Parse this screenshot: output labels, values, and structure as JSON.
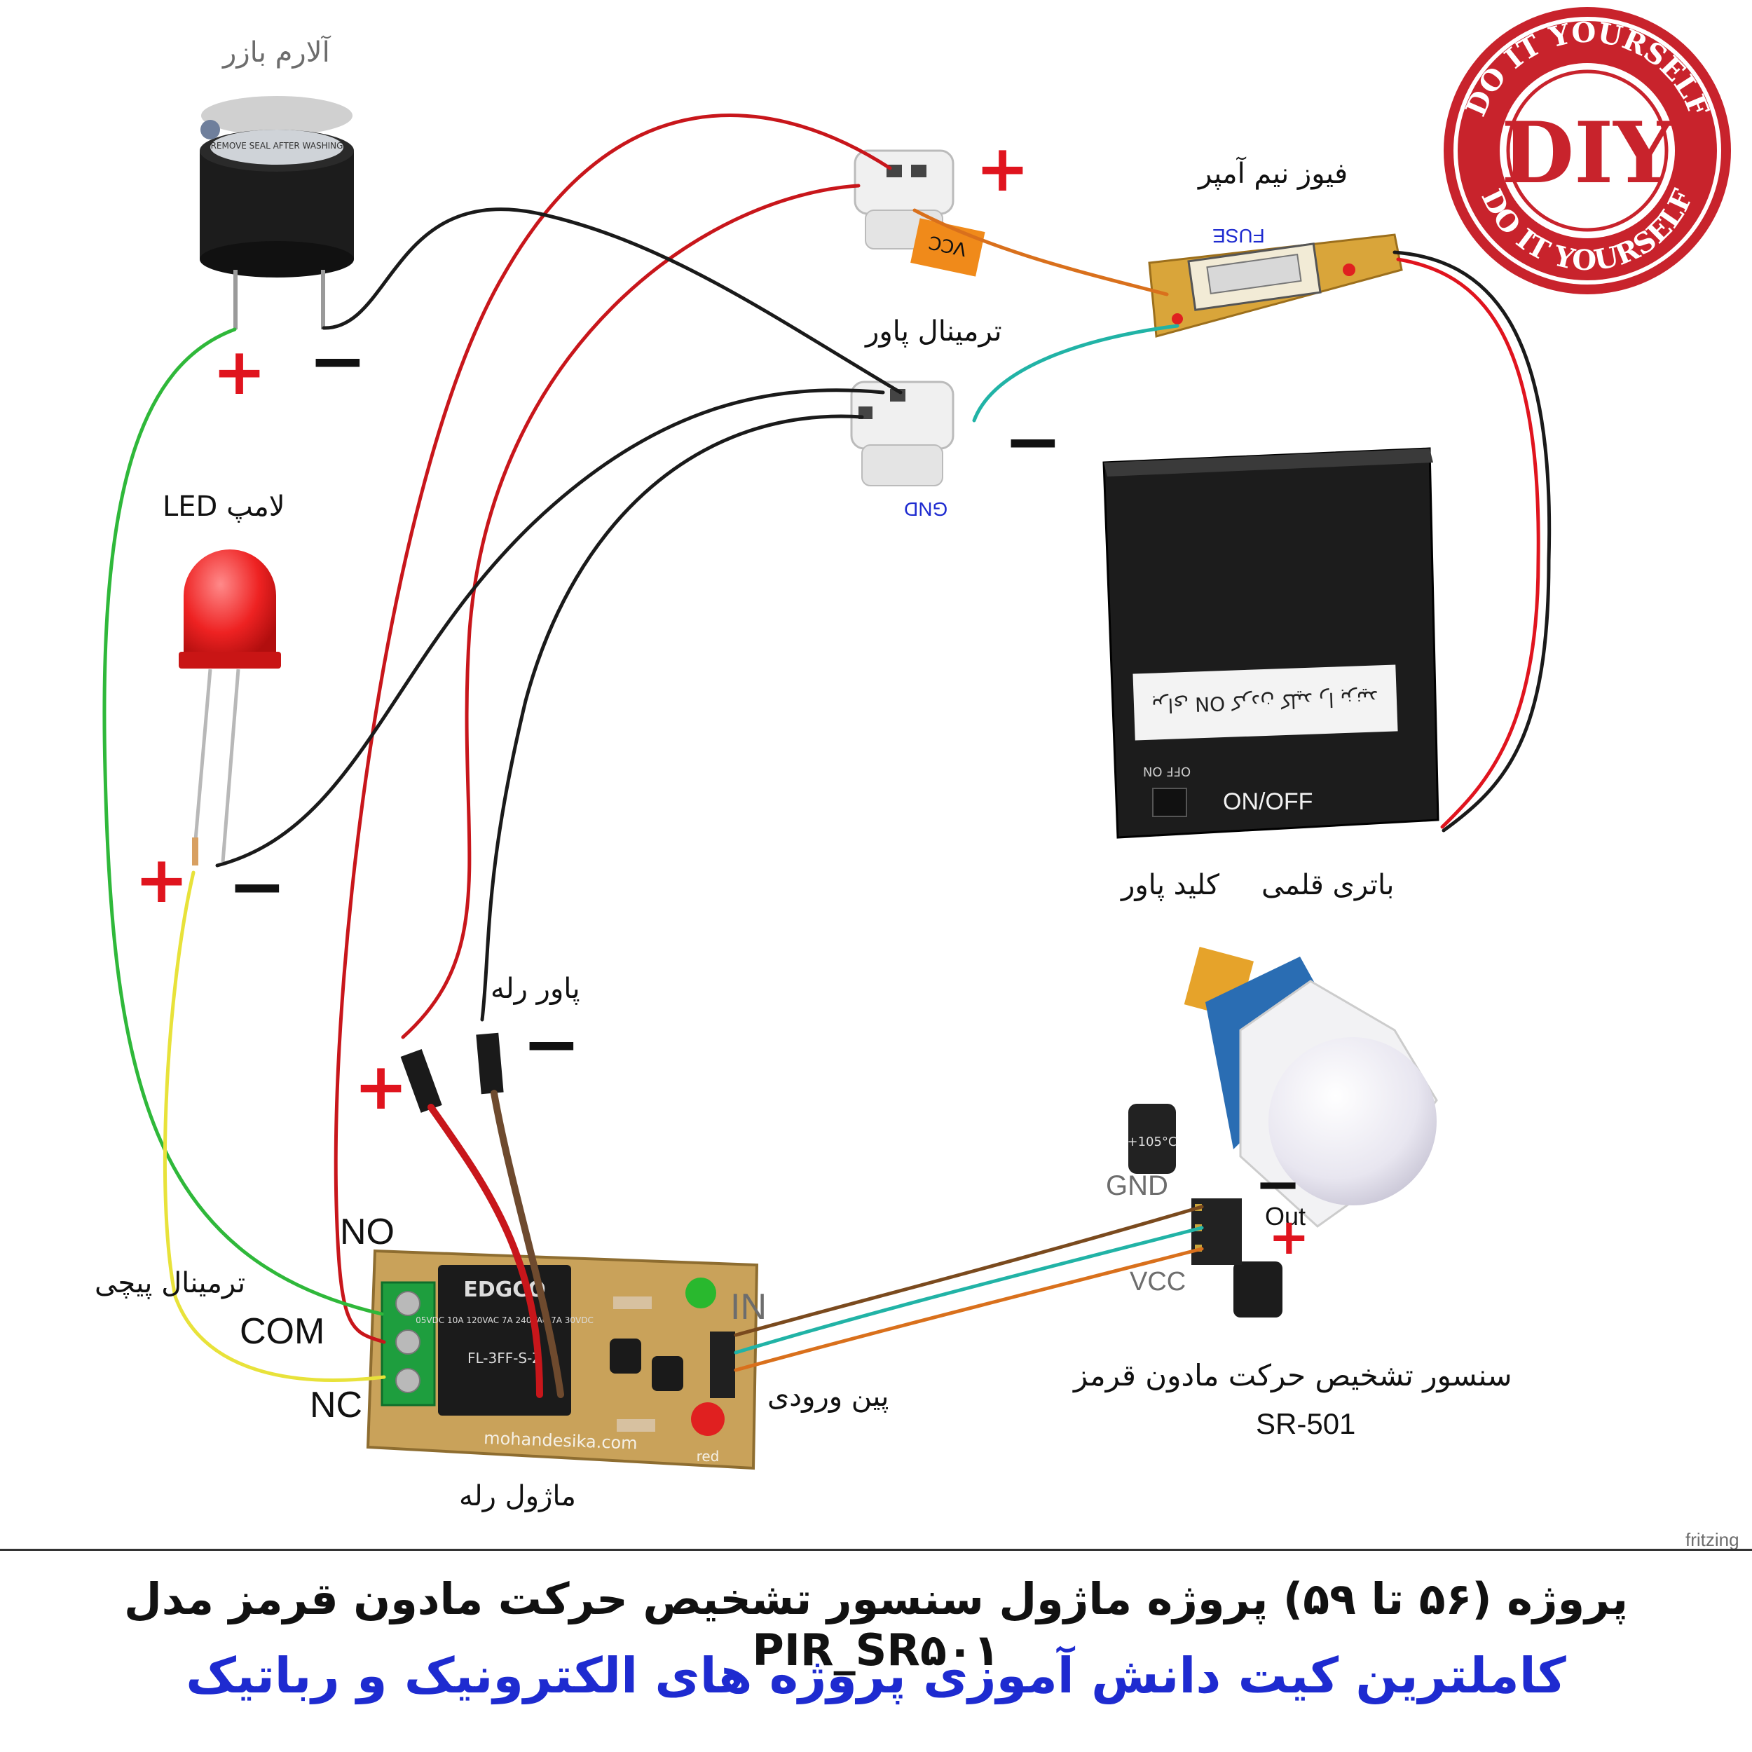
{
  "labels": {
    "buzzer": "آلارم بازر",
    "led_lamp": "لامپ  LED",
    "power_terminal": "ترمینال پاور",
    "fuse": "فیوز نیم آمپر",
    "fuse_tag": "FUSE",
    "gnd_tag": "GND",
    "vcc_tag": "VCC",
    "battery": "باتری قلمی",
    "power_switch": "کلید پاور",
    "switch_tag": "ON/OFF",
    "switch_small": "OFF ON",
    "battery_sticker": "برای ON کردن کلید را بزنید",
    "relay_power": "پاور رله",
    "screw_terminal": "ترمینال پیچی",
    "relay_module": "ماژول رله",
    "input_pin": "پین ورودی",
    "sensor_name": "سنسور تشخیص  حرکت مادون قرمز",
    "sensor_model": "SR-501",
    "no": "NO",
    "com": "COM",
    "nc": "NC",
    "in": "IN",
    "gnd": "GND",
    "out": "Out",
    "vcc": "VCC",
    "fritzing": "fritzing",
    "buzzer_sticker": "REMOVE SEAL AFTER WASHING",
    "relay_brand": "EDGCO",
    "relay_specs": "05VDC 10A 120VAC 7A 240VAC 7A 30VDC",
    "relay_part": "FL-3FF-S-Z",
    "board_site": "mohandesika.com",
    "led_red": "red",
    "capacitor": "+105°C",
    "diy_center": "DIY",
    "diy_ring_top": "DO IT YOURSELF",
    "diy_ring_bottom": "DO IT YOURSELF"
  },
  "signs": {
    "plus": "+",
    "minus": "−"
  },
  "footer": {
    "title": "پروژه (۵۶ تا ۵۹) پروژه ماژول سنسور تشخیص حرکت مادون قرمز مدل PIR_SR۵۰۱",
    "subtitle": "کاملترین کیت دانش آموزی پروژه های الکترونیک و رباتیک"
  },
  "colors": {
    "red_wire": "#c8161b",
    "black_wire": "#1a1a1a",
    "green_wire": "#2fb83a",
    "yellow_wire": "#e8e23a",
    "teal_wire": "#21b3a6",
    "orange_wire": "#d9701c",
    "brown_wire": "#7a4a1e",
    "accent_red": "#e0141e",
    "title_blue": "#1e2bd0",
    "stamp_red": "#c8232c"
  }
}
